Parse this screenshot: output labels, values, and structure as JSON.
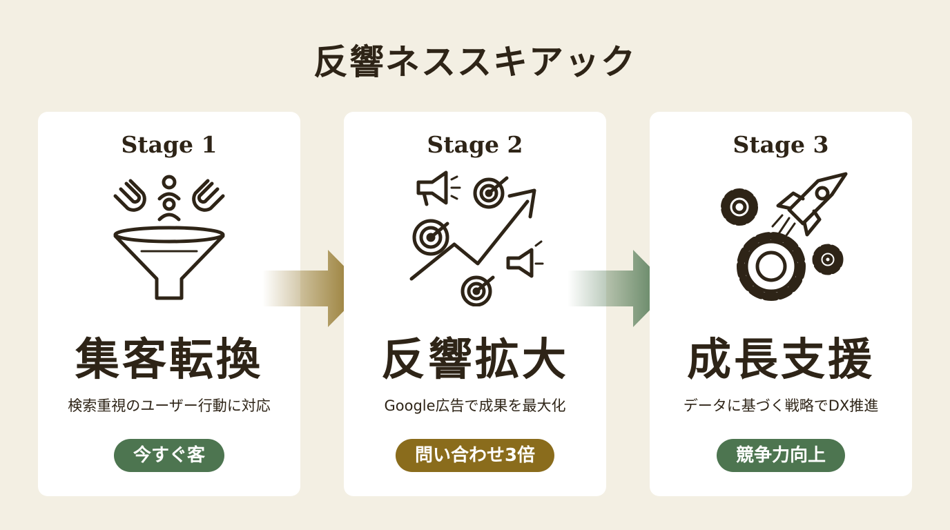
{
  "title": "反響ネススキアック",
  "colors": {
    "background": "#f3efe3",
    "card": "#ffffff",
    "text": "#2e2417",
    "green": "#4d7550",
    "gold": "#8a6c1c"
  },
  "stages": [
    {
      "label": "Stage 1",
      "icon": "funnel-magnet-icon",
      "headline": "集客転換",
      "description": "検索重視のユーザー行動に対応",
      "badge": "今すぐ客",
      "badge_color": "#4d7550"
    },
    {
      "label": "Stage 2",
      "icon": "growth-targets-icon",
      "headline": "反響拡大",
      "description": "Google広告で成果を最大化",
      "badge": "問い合わせ3倍",
      "badge_color": "#8a6c1c"
    },
    {
      "label": "Stage 3",
      "icon": "rocket-gears-icon",
      "headline": "成長支援",
      "description": "データに基づく戦略でDX推進",
      "badge": "競争力向上",
      "badge_color": "#4d7550"
    }
  ],
  "arrows": [
    {
      "icon": "arrow-right-icon",
      "color": "#8a6c1c"
    },
    {
      "icon": "arrow-right-icon",
      "color": "#4d7550"
    }
  ]
}
